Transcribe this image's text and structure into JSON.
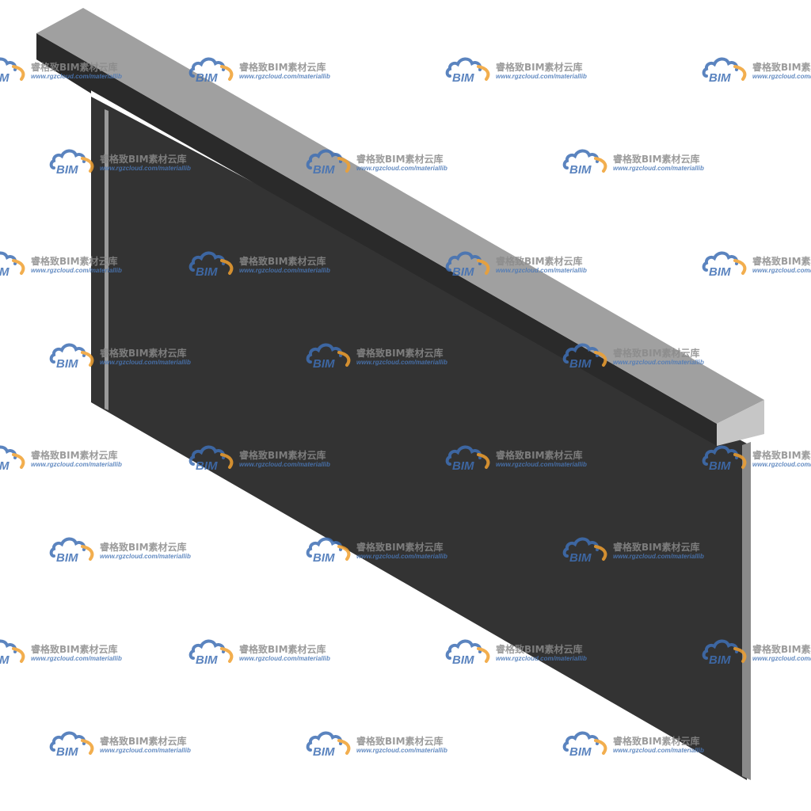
{
  "scene": {
    "subject": "beam-with-wall-3d-model",
    "colors": {
      "background": "#ffffff",
      "beam_top": "#a0a0a0",
      "beam_end": "#c8c8c8",
      "beam_side": "#8c8c8c",
      "wall_face": "#333333",
      "wall_edge": "#1e1e1e",
      "wall_highlight": "#9a9a9a"
    }
  },
  "watermark": {
    "brand": "BIM",
    "text_cn": "睿格致BIM素材云库",
    "url": "www.rgzcloud.com/materiallib",
    "logo_colors": {
      "cloud": "#3f6fb5",
      "swoosh": "#f0a030",
      "text": "#3f6fb5"
    }
  }
}
